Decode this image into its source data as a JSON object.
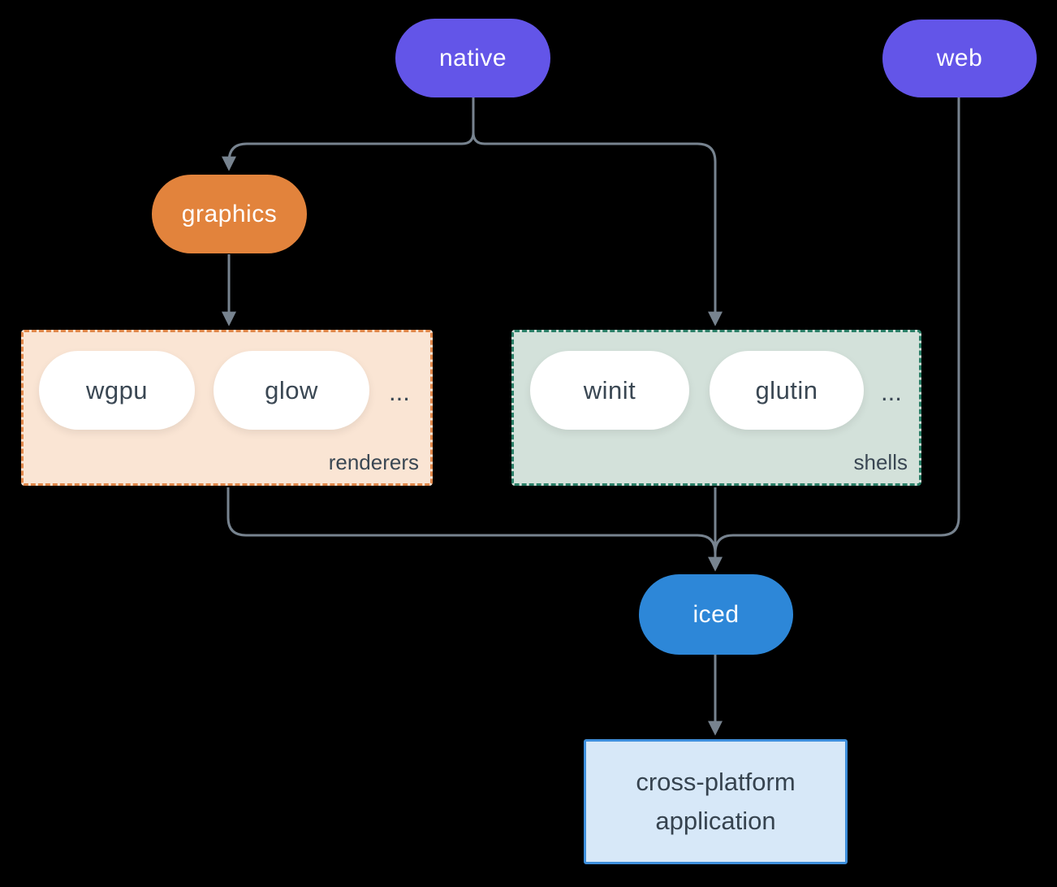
{
  "diagram": {
    "background": "#000000",
    "edge_color": "#77838f",
    "nodes": {
      "native": {
        "label": "native",
        "color": "#6355e8",
        "text_color": "#ffffff"
      },
      "web": {
        "label": "web",
        "color": "#6355e8",
        "text_color": "#ffffff"
      },
      "graphics": {
        "label": "graphics",
        "color": "#e2833c",
        "text_color": "#ffffff"
      },
      "iced": {
        "label": "iced",
        "color": "#2d87d8",
        "text_color": "#ffffff"
      }
    },
    "groups": {
      "renderers": {
        "label": "renderers",
        "items": [
          "wgpu",
          "glow"
        ],
        "ellipsis": "...",
        "bg": "#fae5d4",
        "border": "#e0874a",
        "item_bg": "#ffffff",
        "item_text": "#3a4753"
      },
      "shells": {
        "label": "shells",
        "items": [
          "winit",
          "glutin"
        ],
        "ellipsis": "...",
        "bg": "#d3e1da",
        "border": "#2b8068",
        "item_bg": "#ffffff",
        "item_text": "#3a4753"
      }
    },
    "app_box": {
      "label": "cross-platform application",
      "bg": "#d7e8f8",
      "border": "#3e8fdc",
      "text_color": "#36434f"
    }
  }
}
